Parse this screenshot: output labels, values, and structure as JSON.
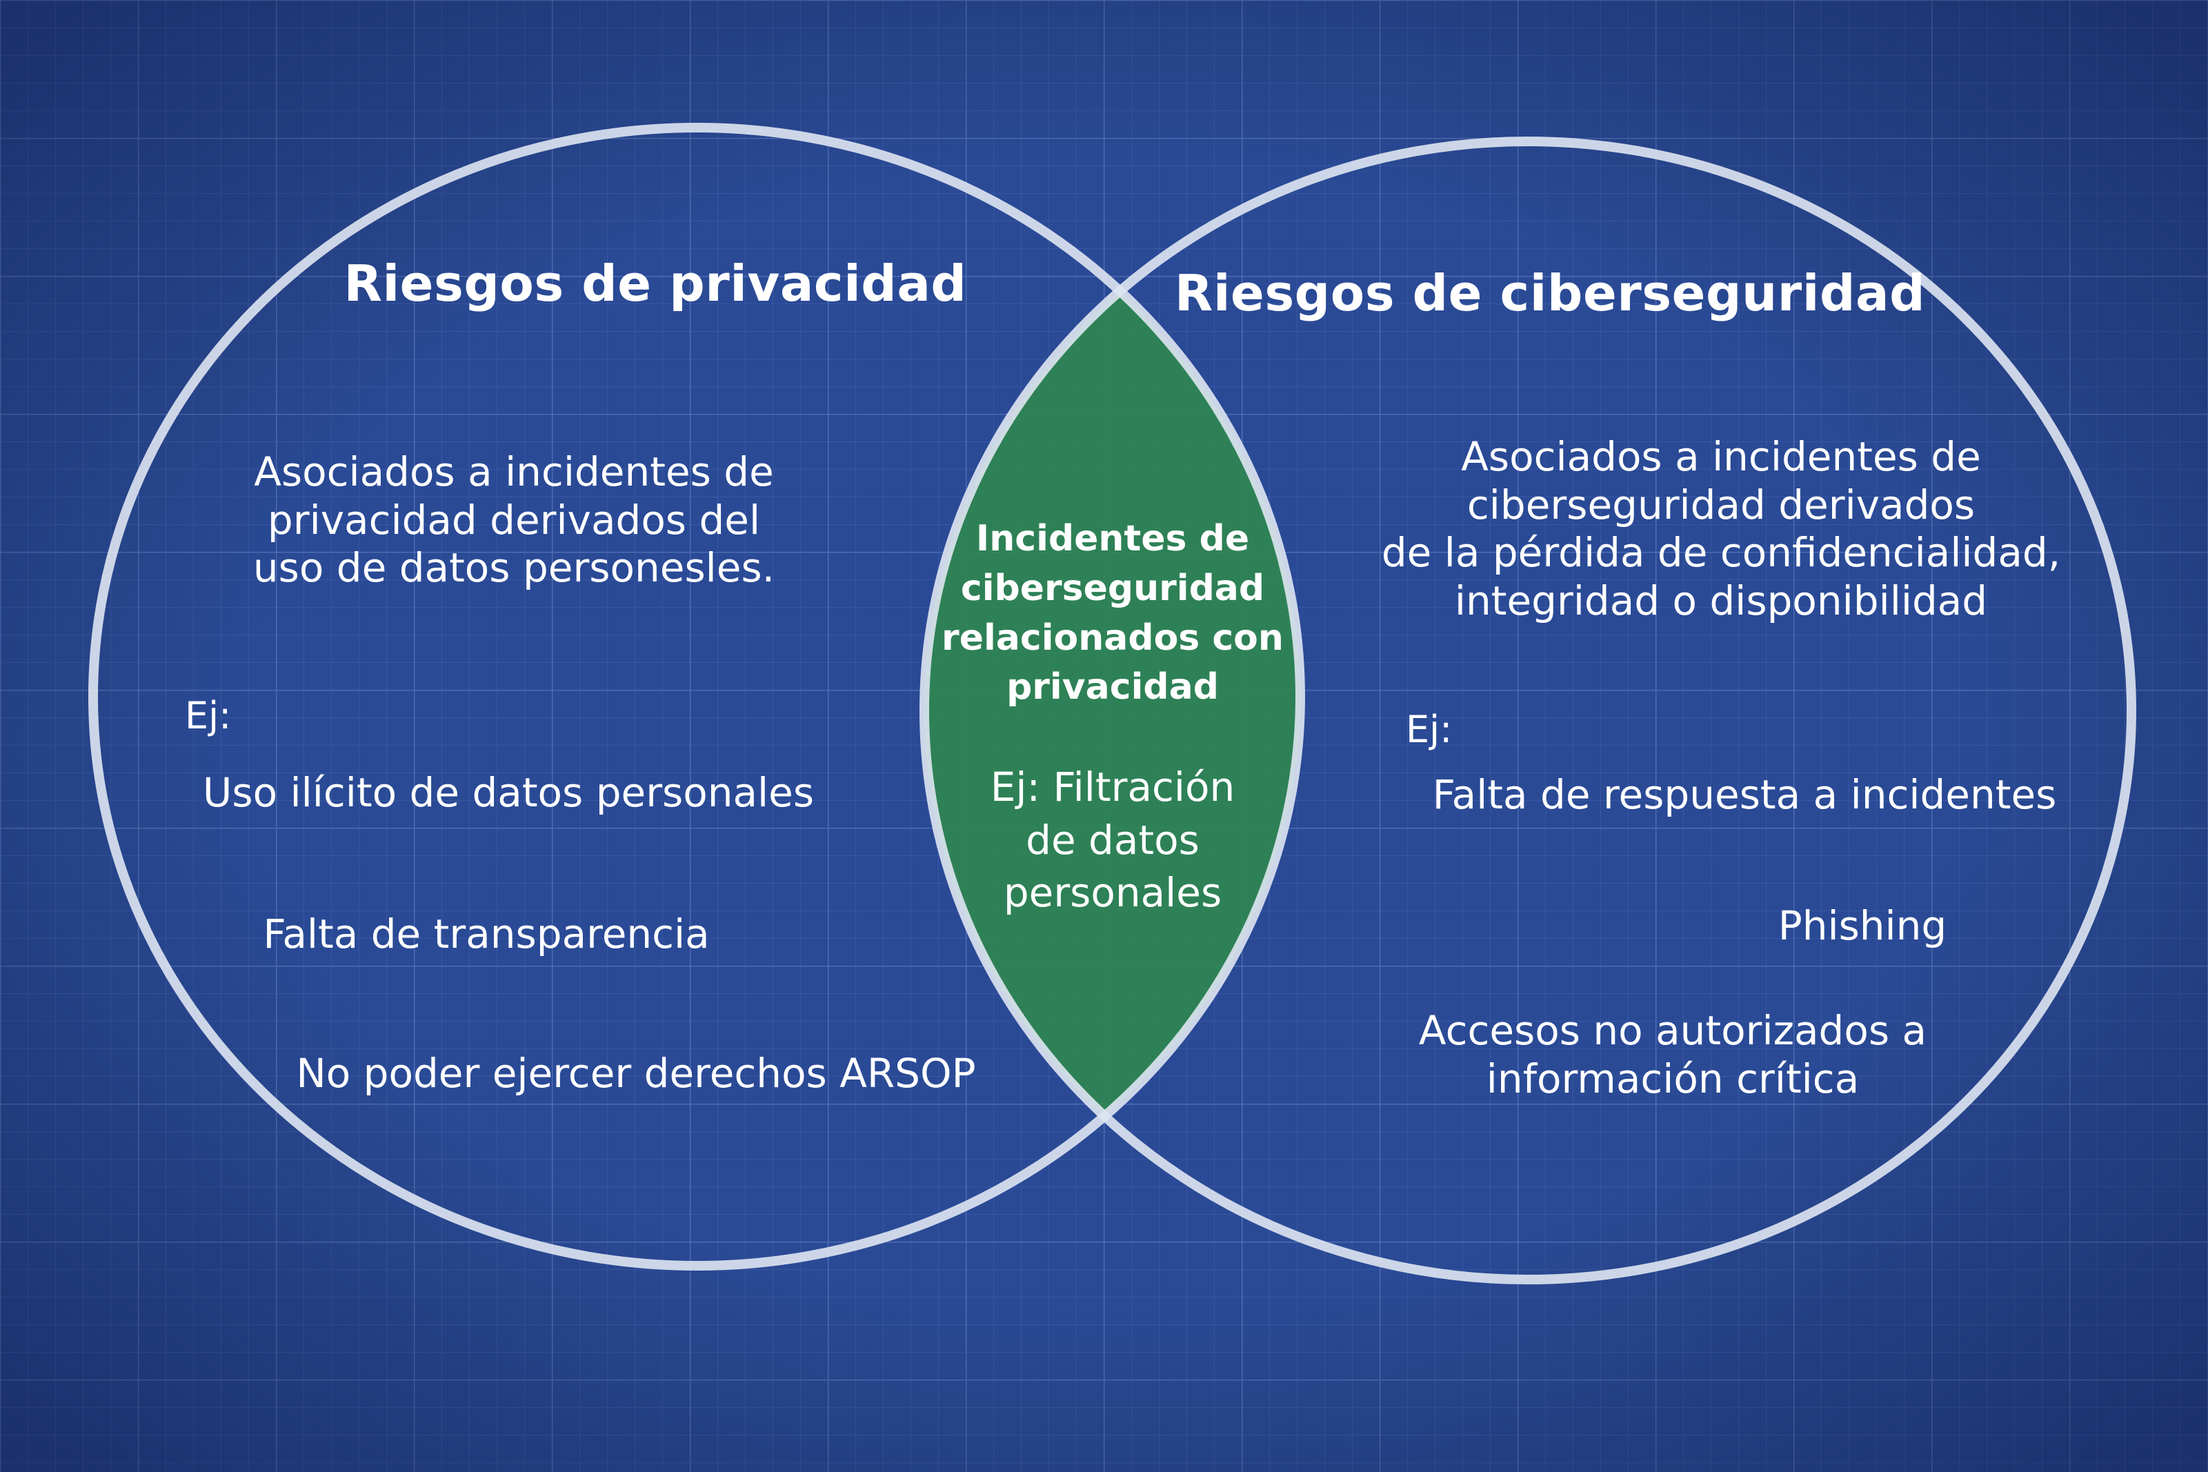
{
  "colors": {
    "background": "#2a4a96",
    "grid_line": "#5d7cc2",
    "circle_stroke": "#dfe6f2",
    "intersection_fill": "#2f8550",
    "text": "#ffffff"
  },
  "left": {
    "title": "Riesgos de privacidad",
    "description_lines": [
      "Asociados a incidentes de",
      "privacidad derivados del",
      "uso de datos personesles."
    ],
    "ej_label": "Ej:",
    "examples": [
      "Uso ilícito de datos personales",
      "Falta de transparencia",
      "No poder ejercer derechos ARSOP"
    ]
  },
  "right": {
    "title": "Riesgos de ciberseguridad",
    "description_lines": [
      "Asociados a incidentes de",
      "ciberseguridad derivados",
      "de la pérdida de confidencialidad,",
      "integridad o disponibilidad"
    ],
    "ej_label": "Ej:",
    "examples": [
      "Falta de respuesta a incidentes",
      "Phishing",
      "Accesos no autorizados a",
      "información crítica"
    ]
  },
  "intersection": {
    "title_lines": [
      "Incidentes de",
      "ciberseguridad",
      "relacionados con",
      "privacidad"
    ],
    "example_lines": [
      "Ej: Filtración",
      "de datos",
      "personales"
    ]
  }
}
